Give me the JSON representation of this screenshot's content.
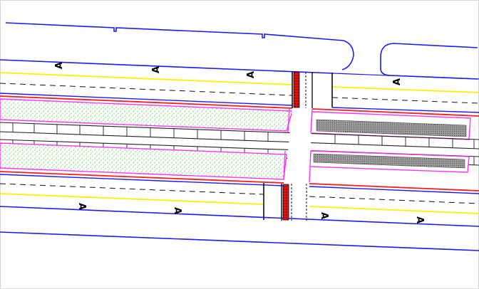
{
  "drawing": {
    "colors": {
      "road_edge": "#1a1aff",
      "centerline": "#ffee00",
      "red_line": "#ff1a1a",
      "median_outline": "#ff33ff",
      "vegetation": "#22bb22",
      "rail": "#222222",
      "crosswalk_red": "#e01010",
      "background": "#ffffff"
    },
    "lane_arrows": [
      "A",
      "A",
      "A",
      "A",
      "A",
      "A",
      "A",
      "A"
    ],
    "icons": {
      "lane_arrow": "lane-direction-arrow-icon",
      "vegetation": "vegetation-hatch-icon",
      "platform": "platform-hatch-icon",
      "crosswalk": "crosswalk-icon"
    }
  }
}
